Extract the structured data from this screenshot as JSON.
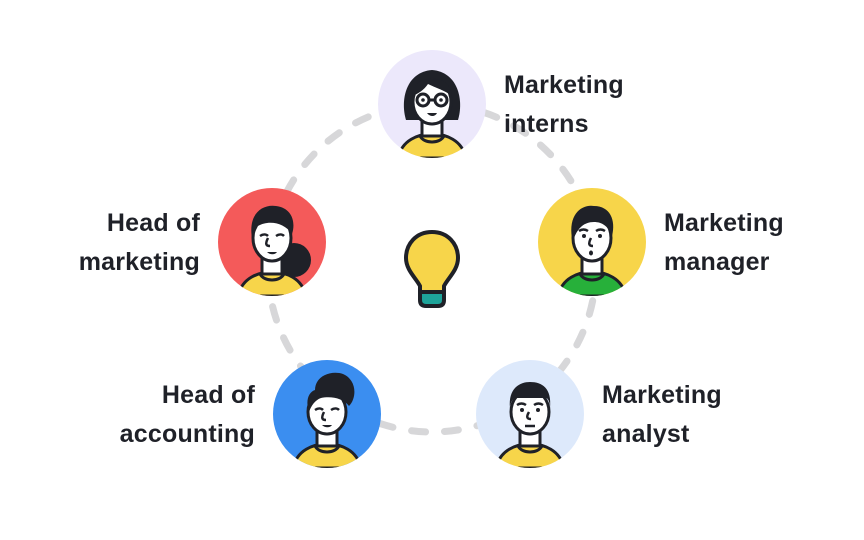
{
  "diagram": {
    "title": "",
    "center_icon": "lightbulb-icon",
    "colors": {
      "ring_dash": "#d7d7d9",
      "text": "#1f2128",
      "bulb_fill": "#f7d54a",
      "bulb_base": "#1ea49a",
      "outline": "#1f2128"
    },
    "nodes": [
      {
        "id": "marketing-interns",
        "line1": "Marketing",
        "line2": "interns",
        "bg": "#ece8fb",
        "shirt": "#f7d54a",
        "hair": "bob-with-glasses"
      },
      {
        "id": "marketing-manager",
        "line1": "Marketing",
        "line2": "manager",
        "bg": "#f7d54a",
        "shirt": "#27b03a",
        "hair": "short"
      },
      {
        "id": "marketing-analyst",
        "line1": "Marketing",
        "line2": "analyst",
        "bg": "#dde9fb",
        "shirt": "#f7d54a",
        "hair": "bowl"
      },
      {
        "id": "head-of-accounting",
        "line1": "Head of",
        "line2": "accounting",
        "bg": "#3b8ef0",
        "shirt": "#f7d54a",
        "hair": "quiff"
      },
      {
        "id": "head-of-marketing",
        "line1": "Head of",
        "line2": "marketing",
        "bg": "#f45a5a",
        "shirt": "#f7d54a",
        "hair": "bun"
      }
    ]
  }
}
